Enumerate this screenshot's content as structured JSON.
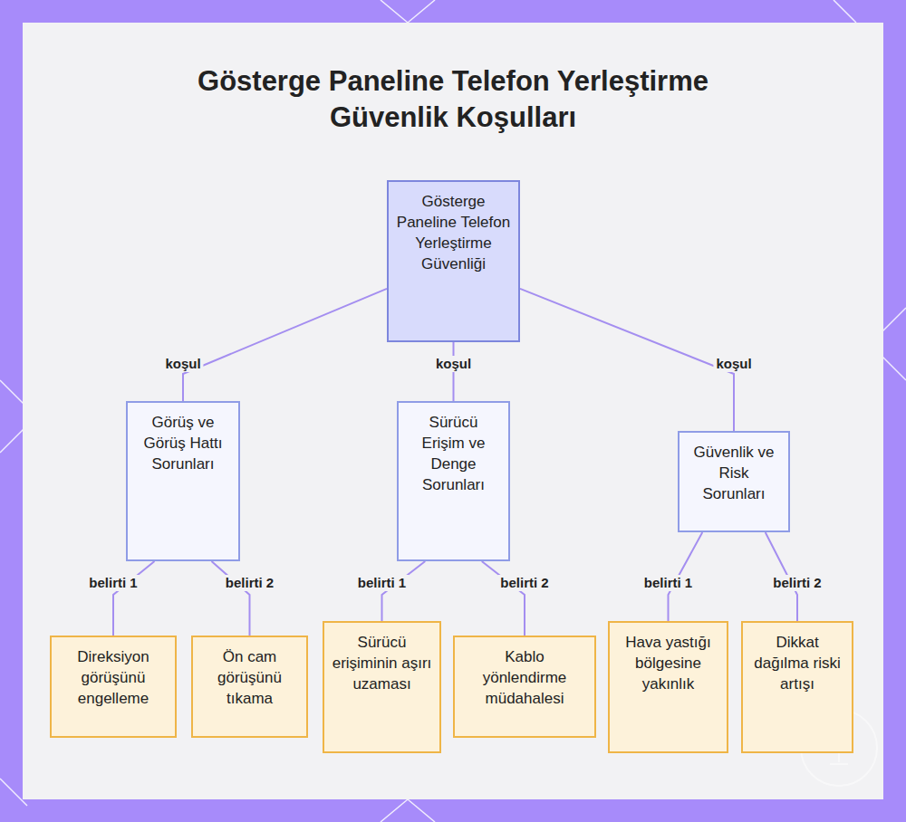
{
  "diagram": {
    "title": "Gösterge Paneline Telefon Yerleştirme Güvenlik Koşulları",
    "nodes": [
      {
        "text": [
          "Gösterge Paneline Telefon Yerleştirme Güvenliği"
        ]
      },
      {
        "text": [
          "Görüş ve Görüş Hattı Sorunları"
        ]
      },
      {
        "text": [
          "Sürücü Erişim ve Denge Sorunları"
        ]
      },
      {
        "text": [
          "Güvenlik ve Risk Sorunları"
        ]
      },
      {
        "text": [
          "Direksiyon görüşünü engelleme"
        ]
      },
      {
        "text": [
          "Ön cam görüşünü tıkama"
        ]
      },
      {
        "text": [
          "Sürücü erişiminin aşırı uzaması"
        ]
      },
      {
        "text": [
          "Kablo yönlendirme müdahalesi"
        ]
      },
      {
        "text": [
          "Hava yastığı bölgesine yakınlık"
        ]
      },
      {
        "text": [
          "Dikkat dağılma riski artışı"
        ]
      }
    ],
    "edges": [
      {
        "from": 0,
        "to": 1,
        "label": "koşul",
        "arrow": "none"
      },
      {
        "from": 0,
        "to": 2,
        "label": "koşul",
        "arrow": "none"
      },
      {
        "from": 0,
        "to": 3,
        "label": "koşul",
        "arrow": "none"
      },
      {
        "from": 1,
        "to": 4,
        "label": "belirti 1",
        "arrow": "none"
      },
      {
        "from": 1,
        "to": 5,
        "label": "belirti 2",
        "arrow": "none"
      },
      {
        "from": 2,
        "to": 6,
        "label": "belirti 1",
        "arrow": "none"
      },
      {
        "from": 2,
        "to": 7,
        "label": "belirti 2",
        "arrow": "none"
      },
      {
        "from": 3,
        "to": 8,
        "label": "belirti 1",
        "arrow": "none"
      },
      {
        "from": 3,
        "to": 9,
        "label": "belirti 2",
        "arrow": "none"
      }
    ]
  }
}
